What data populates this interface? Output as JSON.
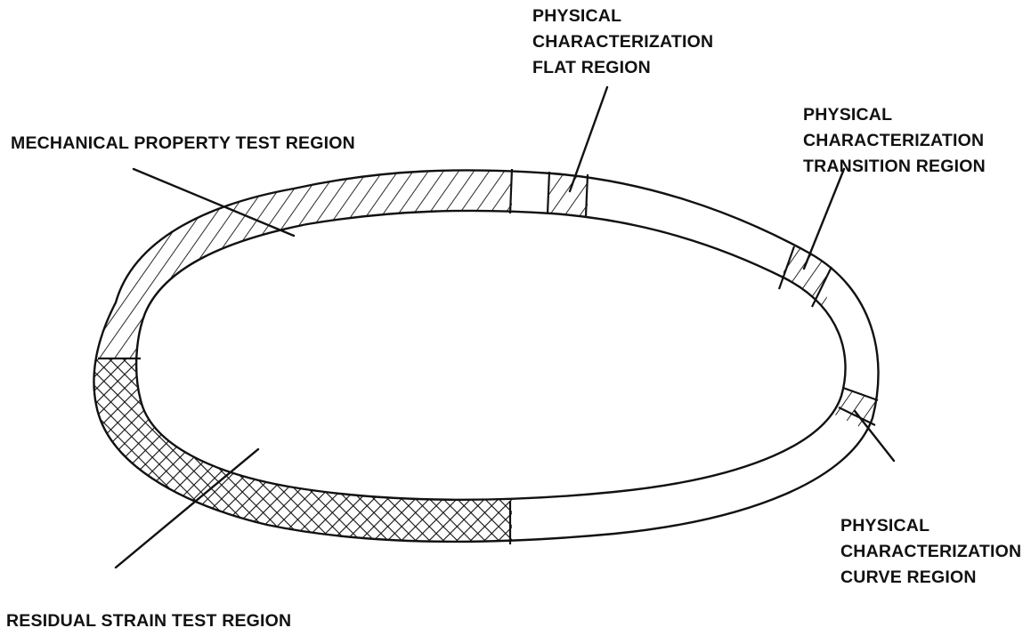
{
  "diagram": {
    "labels": {
      "mechanical": "MECHANICAL PROPERTY TEST REGION",
      "residual": "RESIDUAL STRAIN TEST REGION",
      "flat": [
        "PHYSICAL",
        "CHARACTERIZATION",
        "FLAT REGION"
      ],
      "transition": [
        "PHYSICAL",
        "CHARACTERIZATION",
        "TRANSITION REGION"
      ],
      "curve": [
        "PHYSICAL",
        "CHARACTERIZATION",
        "CURVE REGION"
      ]
    },
    "regions": [
      {
        "id": "mechanical-property-test-region",
        "pattern": "diagonal-hatch"
      },
      {
        "id": "residual-strain-test-region",
        "pattern": "cross-hatch"
      },
      {
        "id": "flat-region",
        "pattern": "diagonal-hatch"
      },
      {
        "id": "transition-region",
        "pattern": "diagonal-hatch"
      },
      {
        "id": "curve-region",
        "pattern": "diagonal-hatch"
      }
    ],
    "colors": {
      "ink": "#111111",
      "paper": "#ffffff"
    }
  }
}
